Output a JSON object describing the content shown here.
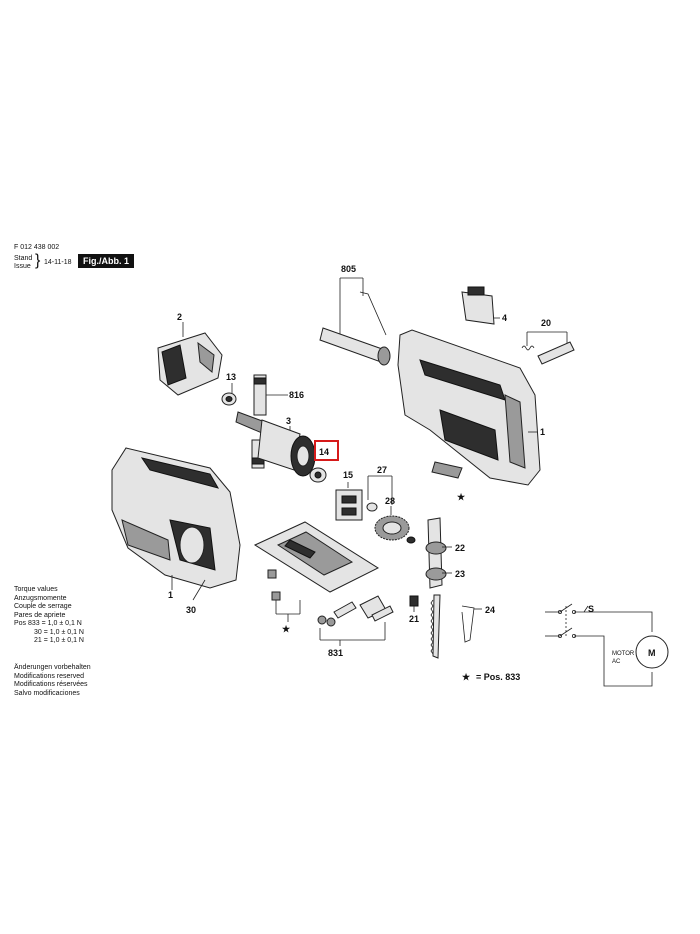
{
  "header": {
    "part_number": "F 012 438 002",
    "stand_label": "Stand",
    "issue_label": "Issue",
    "date": "14-11-18",
    "fig_label": "Fig./Abb. 1"
  },
  "torque": {
    "lines": [
      "Torque values",
      "Anzugsmomente",
      "Couple de serrage",
      "Pares de apriete"
    ],
    "values": [
      "Pos 833 = 1,0 ± 0,1 N",
      "30 = 1,0 ± 0,1 N",
      "21 = 1,0 ± 0,1 N"
    ]
  },
  "modifications": [
    "Änderungen vorbehalten",
    "Modifications reserved",
    "Modifications réservées",
    "Salvo modificaciones"
  ],
  "legend": {
    "star": "★",
    "text": "= Pos. 833"
  },
  "circuit": {
    "switch_label": "S",
    "motor_label": "MOTOR",
    "ac_label": "AC",
    "m_label": "M"
  },
  "parts": {
    "p805": "805",
    "p2": "2",
    "p4": "4",
    "p20": "20",
    "p13": "13",
    "p816": "816",
    "p3": "3",
    "p14": "14",
    "p1a": "1",
    "p15": "15",
    "p27": "27",
    "p28": "28",
    "p22": "22",
    "p23": "23",
    "p1b": "1",
    "p30": "30",
    "p21": "21",
    "p24": "24",
    "p831": "831",
    "star1": "★",
    "star2": "★"
  },
  "highlight": {
    "part": "14",
    "color": "#d61a1a"
  }
}
